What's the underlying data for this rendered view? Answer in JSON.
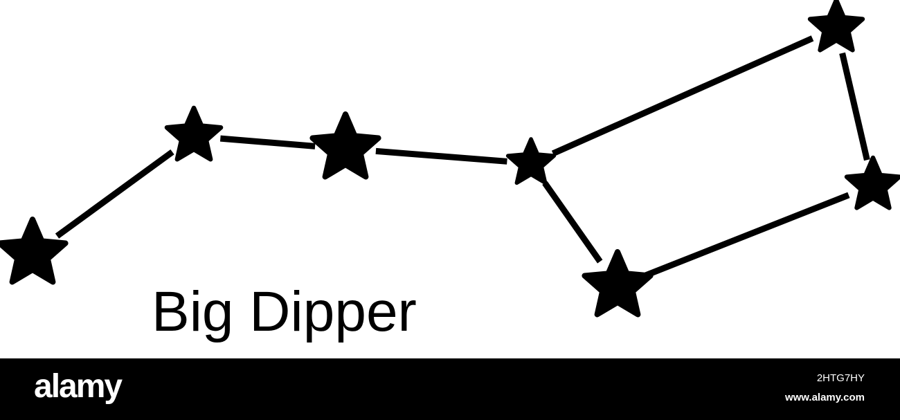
{
  "diagram": {
    "caption": "Big Dipper",
    "star_color": "#000000",
    "line_color": "#000000",
    "stars": [
      {
        "name": "star-1"
      },
      {
        "name": "star-2"
      },
      {
        "name": "star-3"
      },
      {
        "name": "star-4"
      },
      {
        "name": "star-5"
      },
      {
        "name": "star-6"
      },
      {
        "name": "star-7"
      }
    ],
    "connections": [
      [
        "star-1",
        "star-2"
      ],
      [
        "star-2",
        "star-3"
      ],
      [
        "star-3",
        "star-4"
      ],
      [
        "star-4",
        "star-5"
      ],
      [
        "star-5",
        "star-6"
      ],
      [
        "star-6",
        "star-7"
      ],
      [
        "star-7",
        "star-4"
      ]
    ]
  },
  "footer": {
    "logo": "alamy",
    "image_id": "2HTG7HY",
    "url": "www.alamy.com",
    "background": "#000000",
    "text_color": "#ffffff"
  }
}
